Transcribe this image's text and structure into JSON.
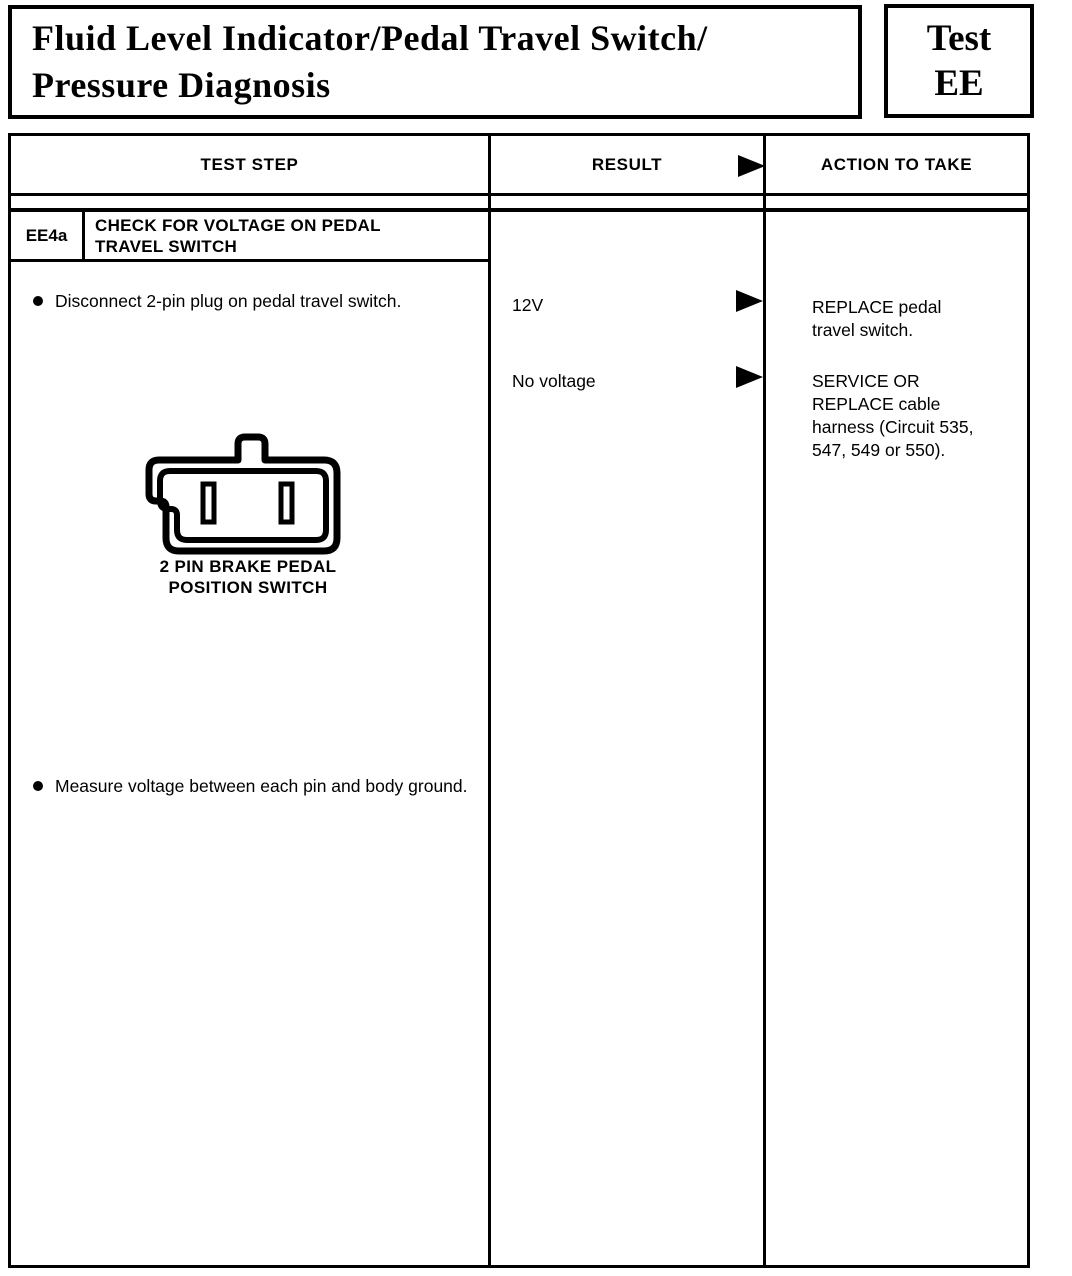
{
  "colors": {
    "ink": "#000000",
    "paper": "#ffffff"
  },
  "header": {
    "title": "Fluid Level Indicator/Pedal Travel Switch/\nPressure Diagnosis",
    "test_label": "Test\nEE"
  },
  "table": {
    "headers": {
      "test_step": "TEST STEP",
      "result": "RESULT",
      "action": "ACTION TO TAKE"
    },
    "step": {
      "id": "EE4a",
      "title": "CHECK FOR VOLTAGE ON PEDAL\nTRAVEL SWITCH",
      "bullets": [
        "Disconnect 2-pin plug on pedal travel switch.",
        "Measure voltage between each pin and body ground."
      ],
      "diagram_caption": "2 PIN BRAKE PEDAL\nPOSITION SWITCH",
      "results": [
        {
          "result": "12V",
          "action": "REPLACE pedal\ntravel switch."
        },
        {
          "result": "No voltage",
          "action": "SERVICE OR\nREPLACE cable\nharness (Circuit 535,\n547, 549 or 550)."
        }
      ]
    }
  },
  "icons": {
    "result_arrow": "▶",
    "bullet": "●",
    "connector_diagram": "2-pin-connector-outline"
  }
}
